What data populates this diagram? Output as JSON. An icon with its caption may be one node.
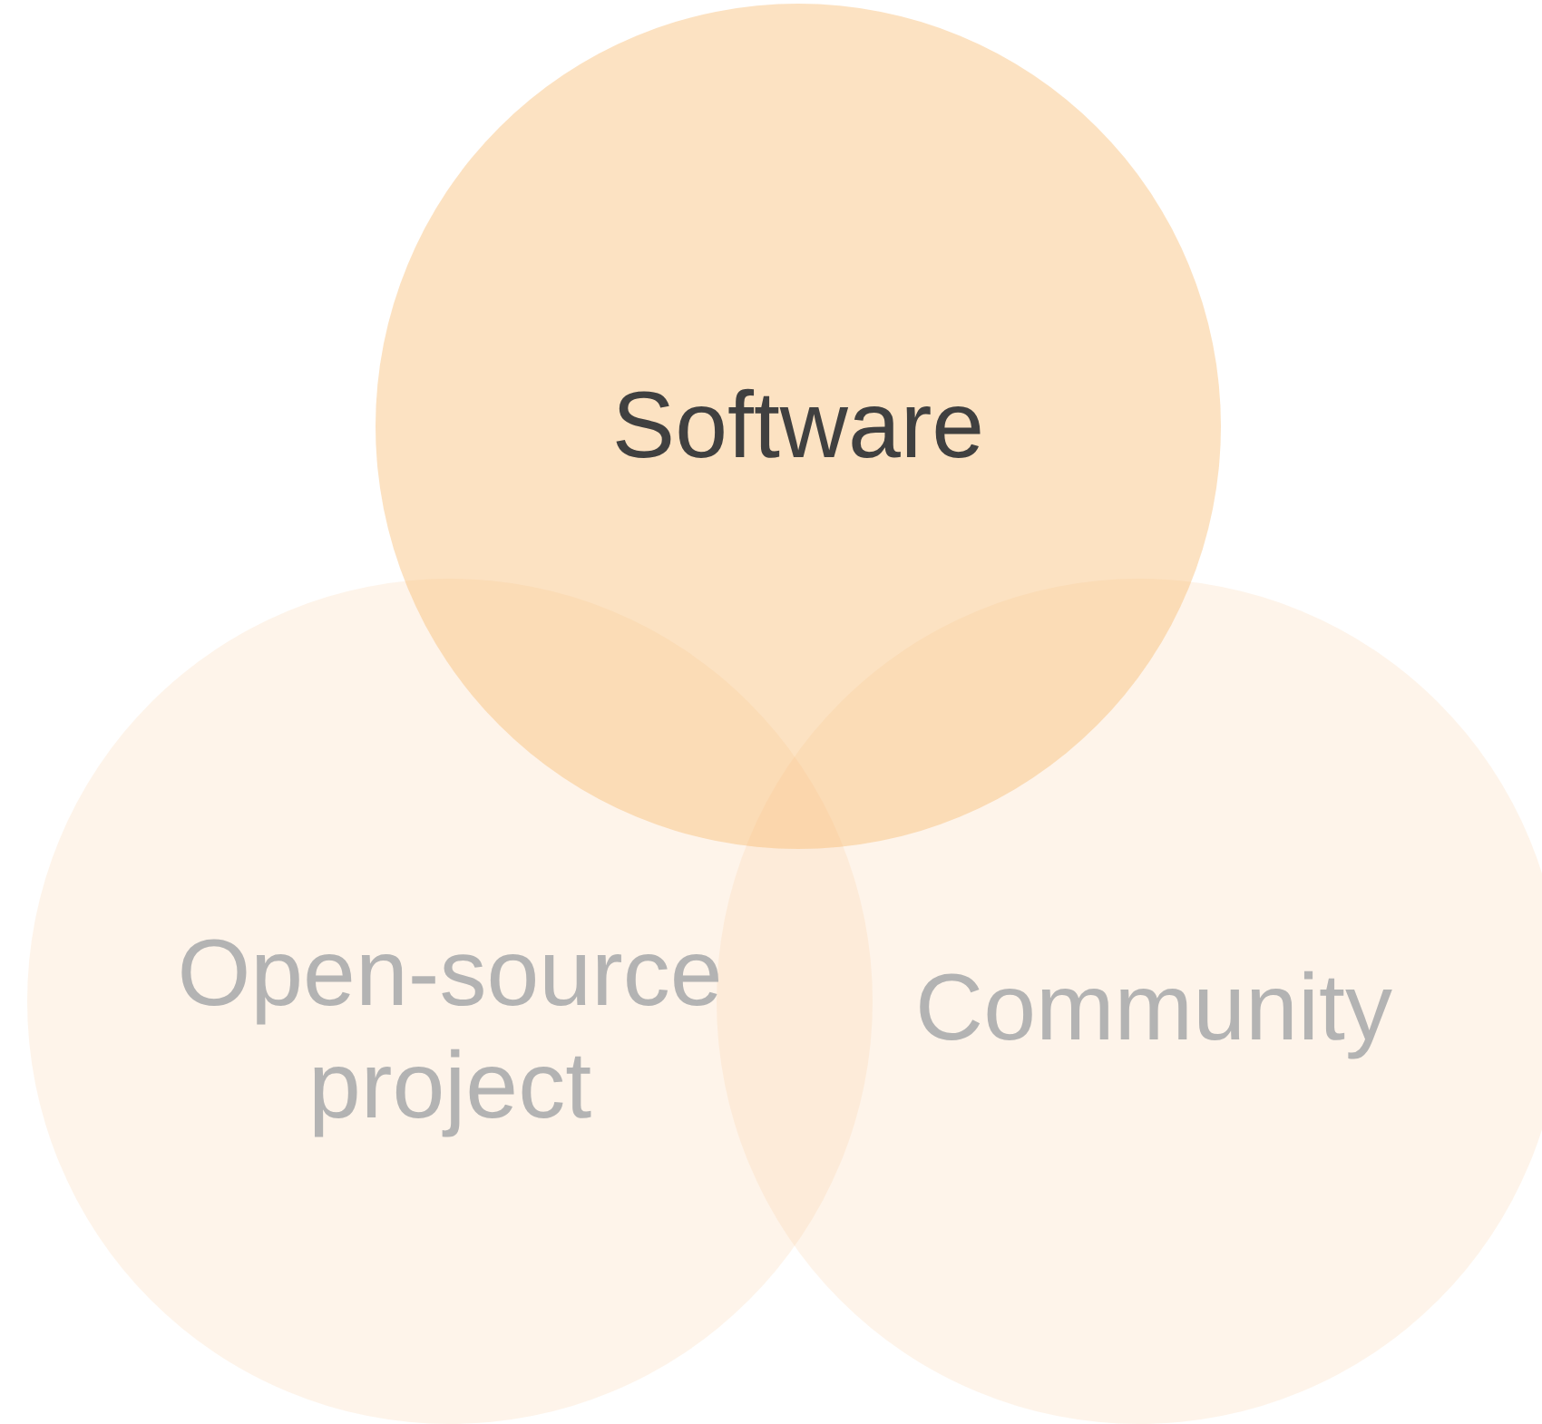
{
  "diagram": {
    "nodes": [
      {
        "text": [
          "Software"
        ]
      },
      {
        "text": [
          "Open-source project"
        ]
      },
      {
        "text": [
          "Community"
        ]
      }
    ]
  }
}
